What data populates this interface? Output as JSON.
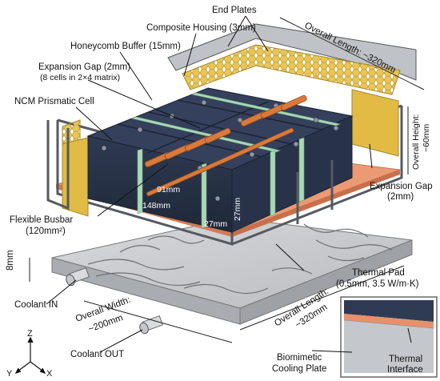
{
  "labels": {
    "end_plates": "End Plates",
    "composite_housing": "Composite Housing (3mm)",
    "honeycomb_buffer": "Honeycomb Buffer (15mm)",
    "expansion_gap_top_1": "Expansion Gap (2mm)",
    "expansion_gap_top_2": "(8 cells in 2×4 matrix)",
    "ncm_cell": "NCM Prismatic Cell",
    "flexible_busbar_1": "Flexible Busbar",
    "flexible_busbar_2": "(120mm²)",
    "coolant_in": "Coolant IN",
    "coolant_out": "Coolant OUT",
    "overall_length_top": "Overall Length: ~320mm",
    "overall_height_1": "Overall Height:",
    "overall_height_2": "~60mm",
    "expansion_gap_right_1": "Expansion Gap",
    "expansion_gap_right_2": "(2mm)",
    "thermal_pad_1": "Thermal Pad",
    "thermal_pad_2": "(0.5mm, 3.5 W/m·K)",
    "overall_length_bottom_1": "Overall Length:",
    "overall_length_bottom_2": "~320mm",
    "overall_width_1": "Overall Width:",
    "overall_width_2": "~200mm",
    "biomimetic_1": "Biomimetic",
    "biomimetic_2": "Cooling Plate",
    "thermal_interface_1": "Thermal",
    "thermal_interface_2": "Interface",
    "cell_dim_91": "91mm",
    "cell_dim_148": "148mm",
    "cell_dim_27a": "27mm",
    "cell_dim_27b": "27mm",
    "plate_dim_8": "8mm"
  },
  "axes": {
    "z": "Z",
    "y": "Y",
    "x": "X"
  },
  "colors": {
    "cell": "#2f3b55",
    "cell_top": "#3b4866",
    "busbar": "#d9793a",
    "honeycomb": "#e6c24d",
    "thermal_pad": "#e8906a",
    "cooling_plate": "#c9ccd0",
    "frame": "#5a5f66",
    "gap": "#a9d8b6"
  }
}
